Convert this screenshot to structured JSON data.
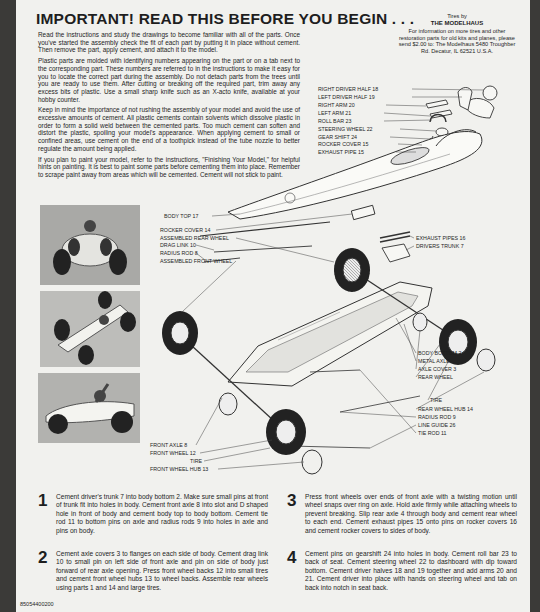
{
  "diagram": {
    "title": "IMPORTANT! READ THIS BEFORE YOU BEGIN . . .",
    "labels": [
      "Read the instructions and study the drawings to become familiar with all of the parts. Once you've started the assembly check the fit of each part by putting it in place without cement. Then remove the part, apply cement, and attach it to the model.",
      "Plastic parts are molded with identifying numbers appearing on the part or on a tab next to the corresponding part. These numbers are referred to in the instructions to make it easy for you to locate the correct part during the assembly. Do not detach parts from the trees until you are ready to use them. After cutting or breaking off the required part, trim away any excess bits of plastic. Use a small sharp knife such as an X-acto knife, available at your hobby counter.",
      "Keep in mind the importance of not rushing the assembly of your model and avoid the use of excessive amounts of cement. All plastic cements contain solvents which dissolve plastic in order to form a solid weld between the cemented parts. Too much cement can soften and distort the plastic, spoiling your model's appearance. When applying cement to small or confined areas, use cement on the end of a toothpick instead of the tube nozzle to better regulate the amount being applied.",
      "If you plan to paint your model, refer to the instructions, \"Finishing Your Model,\" for helpful hints on painting. It is best to paint some parts before cementing them into place. Remember to scrape paint away from areas which will be cemented. Cement will not stick to paint.",
      "RIGHT DRIVER HALF 18",
      "LEFT DRIVER HALF 19",
      "RIGHT ARM 20",
      "LEFT ARM 21",
      "ROLL BAR 23",
      "STEERING WHEEL 22",
      "GEAR SHIFT 24",
      "ROCKER COVER 15",
      "EXHAUST PIPE 15",
      "BODY TOP 17",
      "EXHAUST PIPES 16",
      "DRIVERS TRUNK 7",
      "ROCKER COVER 14",
      "ASSEMBLED REAR WHEEL",
      "DRAG LINK 10",
      "RADIUS ROD 8",
      "ASSEMBLED FRONT WHEEL",
      "BODY BOTTOM 2",
      "METAL AXLE",
      "AXLE COVER 3",
      "REAR WHEEL",
      "TIRE",
      "REAR WHEEL HUB 14",
      "RADIUS ROD 9",
      "LINE GUIDE 26",
      "TIE ROD 11",
      "FRONT AXLE 8",
      "FRONT WHEEL 12",
      "TIRE",
      "FRONT WHEEL HUB 13",
      "1",
      "Cement driver's trunk 7 into body bottom 2. Make sure small pins at front of trunk fit into holes in body. Cement front axle 8 into slot and D shaped hole in front of body and cement body top to body bottom. Cement tie rod 11 to bottom pins on axle and radius rods 9 into holes in axle and pins on body.",
      "2",
      "Cement axle covers 3 to flanges on each side of body. Cement drag link 10 to small pin on left side of front axle and pin on side of body just forward of rear axle opening. Press front wheel backs 12 into small tires and cement front wheel hubs 13 to wheel backs. Assemble rear wheels using parts 1 and 14 and large tires.",
      "3",
      "Press front wheels over ends of front axle with a twisting motion until wheel snaps over ring on axle. Hold axle firmly while attaching wheels to prevent breaking. Slip rear axle 4 through body and cement rear wheel to each end. Cement exhaust pipes 15 onto pins on rocker covers 16 and cement rocker covers to sides of body.",
      "4",
      "Cement pins on gearshift 24 into holes in body. Cement roll bar 23 to back of seat. Cement steering wheel 22 to dashboard with dip toward bottom. Cement driver halves 18 and 19 together and add arms 20 and 21. Cement driver into place with hands on steering wheel and tab on back into notch in seat back.",
      "85054400200",
      "Tires by",
      "THE MODELHAUS",
      "For information on more tires and other restoration parts for old kits and planes, please send $2.00 to: The Modelhaus 5480 Troughber Rd. Decatur, IL 62521 U.S.A."
    ]
  }
}
